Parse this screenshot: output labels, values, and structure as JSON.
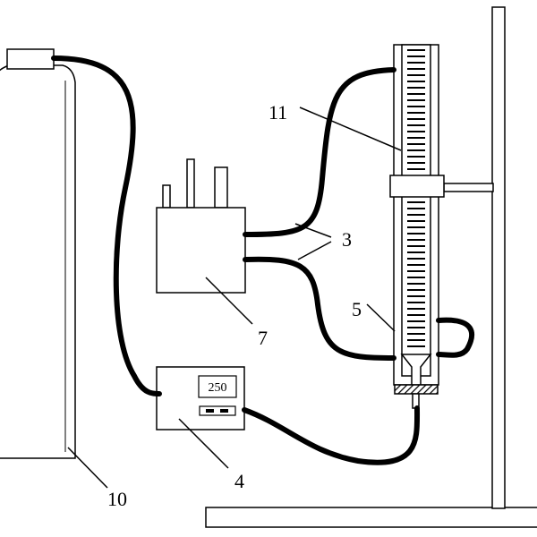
{
  "diagram": {
    "labels": {
      "cylinder": "10",
      "controller": "4",
      "vessel": "7",
      "hoses": "3",
      "condenser": "11",
      "column": "5"
    },
    "controller_display": "250"
  }
}
